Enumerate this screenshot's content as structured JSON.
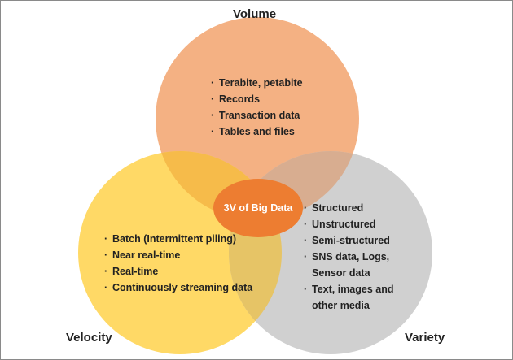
{
  "colors": {
    "volume": "#f4b183",
    "velocity": "#ffd966",
    "variety": "#d0d0d0",
    "overlap_volume_velocity": "#f6bb4a",
    "overlap_velocity_variety": "#e6c466",
    "overlap_volume_variety": "#d8ad90",
    "center": "#ed7d31"
  },
  "center": {
    "label": "3V of Big Data"
  },
  "sets": {
    "volume": {
      "title": "Volume",
      "items": [
        "Terabite, petabite",
        "Records",
        "Transaction data",
        "Tables and files"
      ]
    },
    "velocity": {
      "title": "Velocity",
      "items": [
        "Batch (Intermittent piling)",
        "Near real-time",
        "Real-time",
        "Continuously streaming data"
      ]
    },
    "variety": {
      "title": "Variety",
      "items": [
        "Structured",
        "Unstructured",
        "Semi-structured",
        "SNS data, Logs,|Sensor data",
        "Text, images and|other media"
      ]
    }
  },
  "bullet": "·"
}
